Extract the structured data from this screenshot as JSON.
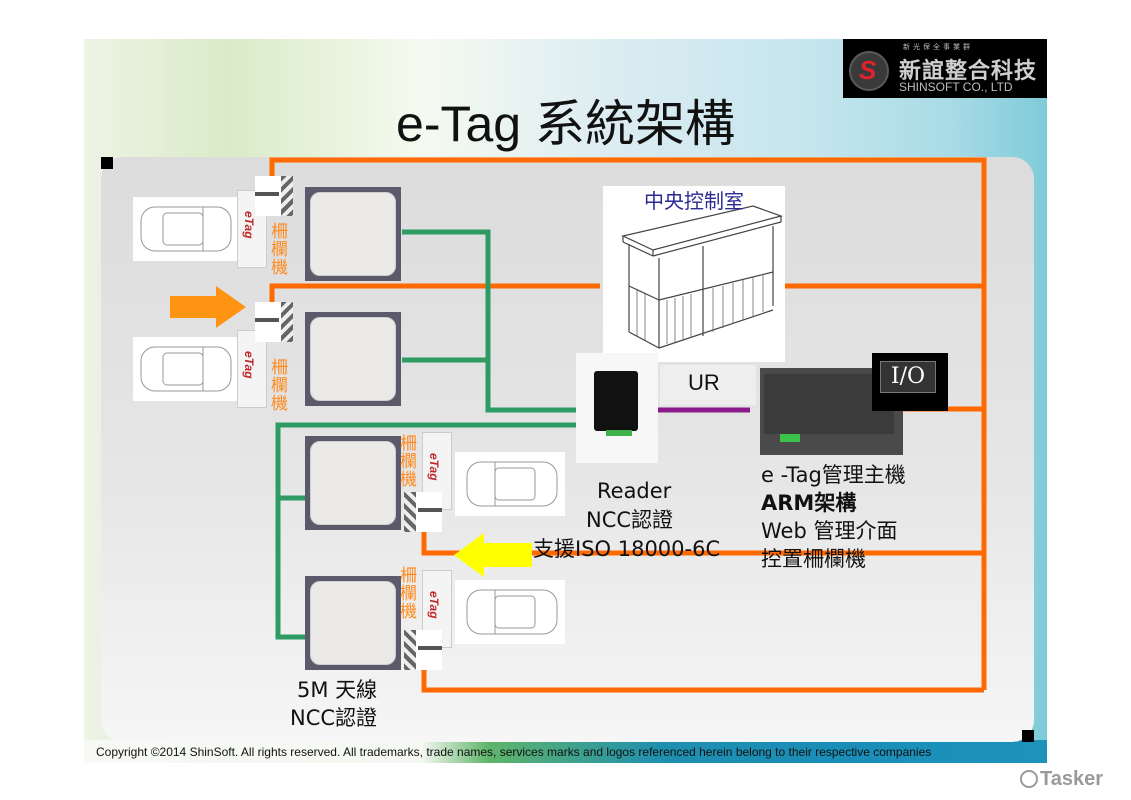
{
  "slide": {
    "title": "e-Tag 系統架構",
    "logo": {
      "tagline": "新光保全事業群",
      "name_zh": "新誼整合科技",
      "name_en": "SHINSOFT CO., LTD",
      "mark": "S"
    },
    "colors": {
      "power_line": "#ff6a00",
      "antenna_line": "#2e9a64",
      "network_line": "#8a1a8a",
      "entry_arrow": "#ff9412",
      "exit_arrow": "#ffff00",
      "booth_label": "#2c2a95",
      "barrier_label": "#ff8a1e"
    }
  },
  "diagram": {
    "control_room_label": "中央控制室",
    "barrier_label": "柵欄機",
    "etag_card_label": "eTag",
    "link_label": "UR",
    "io_label": "I/O",
    "reader": {
      "lines": [
        "Reader",
        "NCC認證",
        "支援ISO 18000-6C"
      ]
    },
    "server": {
      "lines": [
        "e -Tag管理主機",
        "ARM架構",
        "Web 管理介面",
        "控置柵欄機"
      ]
    },
    "antenna": {
      "lines": [
        "5M 天線",
        "NCC認證"
      ]
    },
    "lanes": [
      {
        "id": "lane-1",
        "direction": "entry"
      },
      {
        "id": "lane-2",
        "direction": "entry"
      },
      {
        "id": "lane-3",
        "direction": "exit"
      },
      {
        "id": "lane-4",
        "direction": "exit"
      }
    ]
  },
  "footer": {
    "copyright": "Copyright ©2014 ShinSoft. All rights reserved. All trademarks, trade names, services marks and logos referenced herein belong to their respective companies",
    "watermark": "Tasker"
  }
}
